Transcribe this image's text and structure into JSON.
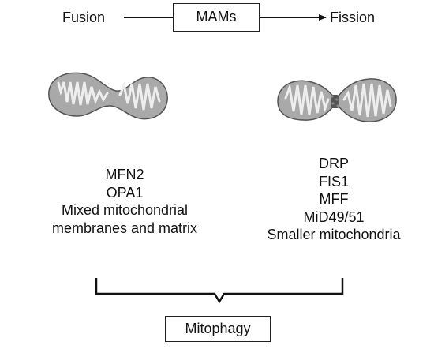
{
  "top": {
    "fusion": "Fusion",
    "mams": "MAMs",
    "fission": "Fission"
  },
  "fusion_items": [
    "MFN2",
    "OPA1",
    "Mixed mitochondrial",
    "membranes and matrix"
  ],
  "fission_items": [
    "DRP",
    "FIS1",
    "MFF",
    "MiD49/51",
    "Smaller mitochondria"
  ],
  "bottom": {
    "mitophagy": "Mitophagy"
  },
  "colors": {
    "line": "#111111",
    "mito_fill": "#a9a9a9",
    "mito_stroke": "#555555",
    "cristae": "#eeeeee",
    "constriction": "#555555"
  }
}
